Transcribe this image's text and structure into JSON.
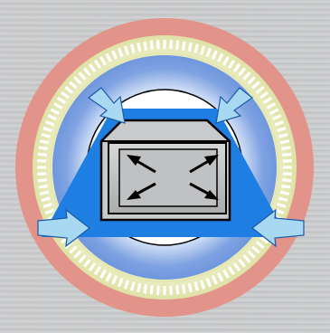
{
  "emblem": {
    "icons": {
      "background": "brushed-metal-texture",
      "outer_ring": "salmon-ring",
      "dotted_ring": "dotted-cream-ring",
      "inner_glow": "blue-glow-disc",
      "housing": "trapezoid-housing",
      "panel": "gray-window-panel",
      "center_arrows": "expand-arrows-icon",
      "inward_arrows": "inward-compress-arrows-icon"
    },
    "colors": {
      "background": "#c9cacb",
      "outer_ring": "#e3948a",
      "cream_ring": "#e6e8b4",
      "ring_dots": "#ffffff",
      "glow_blue": "#6f97dd",
      "trapezoid_blue": "#1f7ee2",
      "panel_gray": "#b9bbbc",
      "arrow_light_blue": "#a9d8f2",
      "outline": "#000000"
    }
  }
}
